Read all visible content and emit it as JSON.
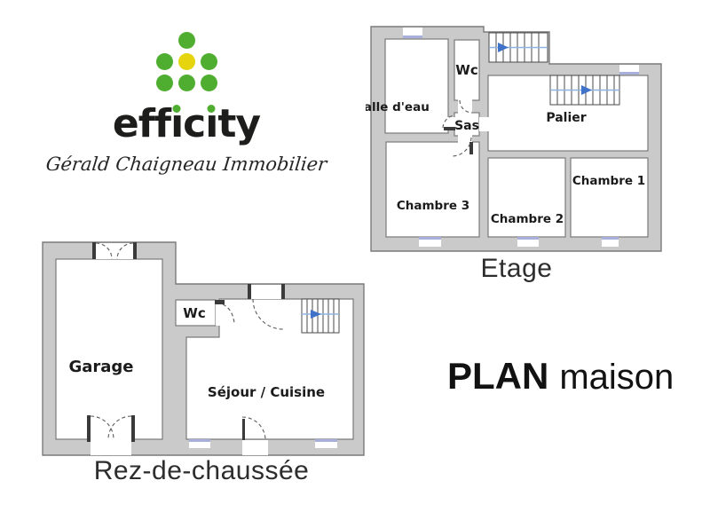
{
  "brand": {
    "name": "efficity",
    "segments": [
      {
        "text": "eff",
        "green_dot": false
      },
      {
        "text": "ı",
        "green_dot": true
      },
      {
        "text": "c",
        "green_dot": false
      },
      {
        "text": "ı",
        "green_dot": true
      },
      {
        "text": "ty",
        "green_dot": false
      }
    ],
    "tagline": "Gérald Chaigneau Immobilier",
    "colors": {
      "green": "#4fae2f",
      "yellow": "#e6d40f",
      "text": "#1d1d1b"
    }
  },
  "floors": {
    "etage": {
      "caption": "Etage",
      "rooms": {
        "salle_deau": "Salle d'eau",
        "wc": "Wc",
        "sas": "Sas",
        "palier": "Palier",
        "chambre3": "Chambre 3",
        "chambre2": "Chambre 2",
        "chambre1": "Chambre 1"
      }
    },
    "rdc": {
      "caption": "Rez-de-chaussée",
      "rooms": {
        "garage": "Garage",
        "wc": "Wc",
        "sejour": "Séjour / Cuisine"
      }
    }
  },
  "title": {
    "bold": "PLAN",
    "light": "maison"
  },
  "plan_colors": {
    "wall": "#cacaca",
    "window": "#a9afdb",
    "stair_arrow": "#3f72c8",
    "door_arc": "#5a5a5a"
  }
}
